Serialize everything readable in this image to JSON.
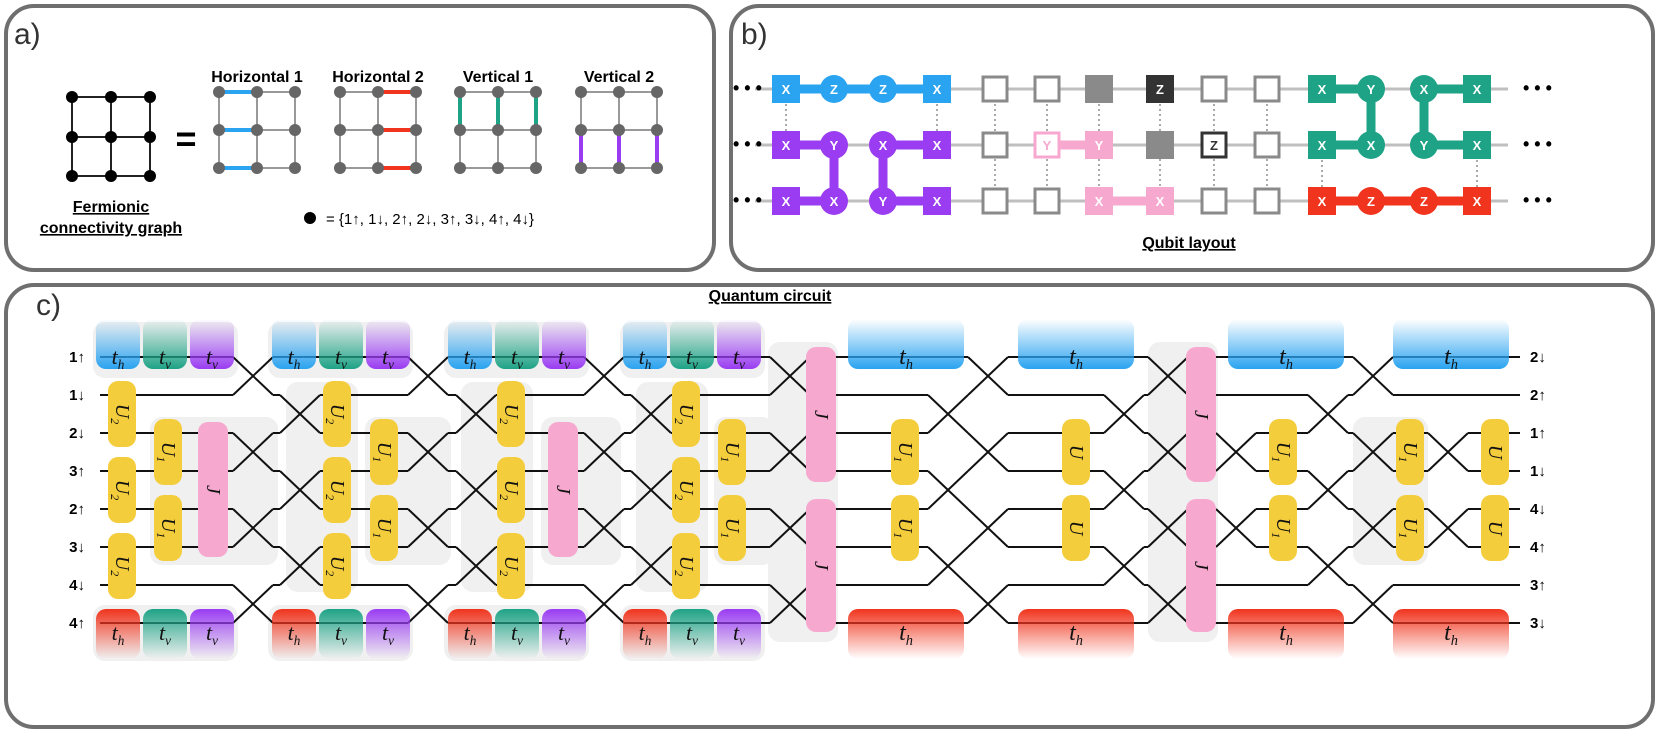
{
  "panel_a": {
    "letter": "a)",
    "equals": "=",
    "caption_line1": "Fermionic",
    "caption_line2": "connectivity graph",
    "graph_titles": [
      "Horizontal 1",
      "Horizontal 2",
      "Vertical 1",
      "Vertical 2"
    ],
    "legend_text": "= {1↑, 1↓, 2↑, 2↓, 3↑, 3↓, 4↑, 4↓}"
  },
  "panel_b": {
    "letter": "b)",
    "caption": "Qubit layout",
    "dots": "• • •",
    "rows": [
      [
        "X",
        "Z",
        "Z",
        "X",
        "",
        "",
        "",
        "Z",
        "",
        "",
        "X",
        "Y",
        "X",
        "X"
      ],
      [
        "X",
        "Y",
        "X",
        "X",
        "",
        "Y",
        "Y",
        "",
        "Z",
        "",
        "X",
        "X",
        "Y",
        "X"
      ],
      [
        "X",
        "X",
        "Y",
        "X",
        "",
        "",
        "X",
        "X",
        "",
        "",
        "X",
        "Z",
        "Z",
        "X"
      ]
    ]
  },
  "panel_c": {
    "letter": "c)",
    "title": "Quantum circuit",
    "left_labels": [
      "1↑",
      "1↓",
      "2↓",
      "3↑",
      "2↑",
      "3↓",
      "4↓",
      "4↑"
    ],
    "right_labels": [
      "2↓",
      "2↑",
      "1↑",
      "1↓",
      "4↓",
      "4↑",
      "3↑",
      "3↓"
    ],
    "gate_labels": {
      "th": "t",
      "th_sub": "h",
      "tv": "t",
      "tv_sub": "v",
      "U1": "U",
      "U1_sub": "1",
      "U2": "U",
      "U2_sub": "2",
      "U": "U",
      "J": "J"
    }
  },
  "colors": {
    "blue": "#2aa3f0",
    "red": "#f0341d",
    "green": "#1ea386",
    "purple": "#9a3cf2",
    "pink": "#f7a8cf",
    "yellow": "#f4cd3c",
    "dark_gray": "#333333",
    "mid_gray": "#8a8a8a",
    "frame_gray": "#6f6f6f"
  }
}
